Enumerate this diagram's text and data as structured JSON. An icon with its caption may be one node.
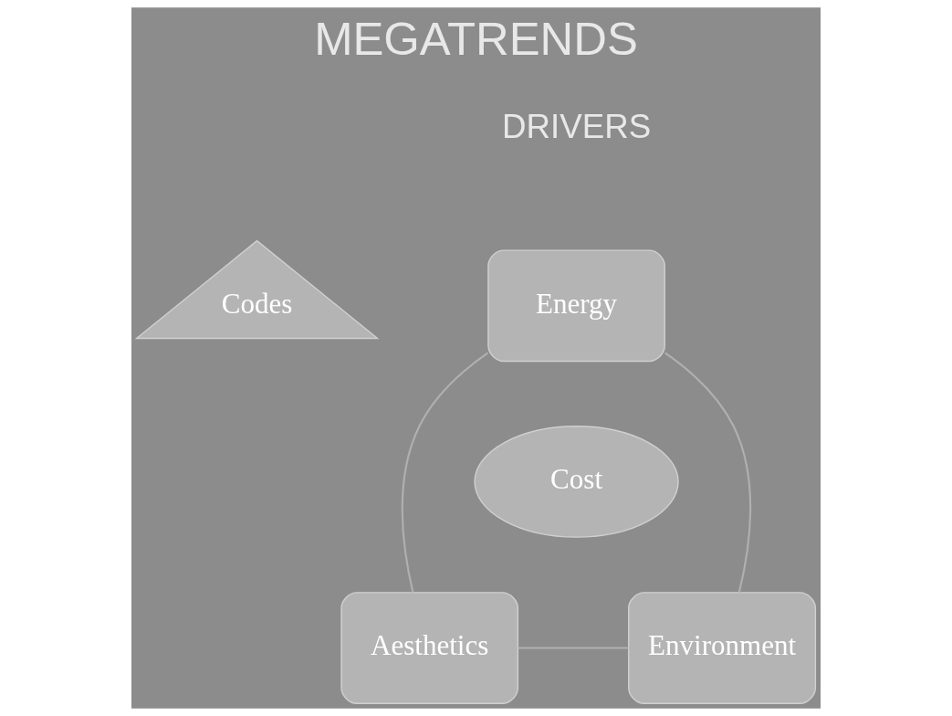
{
  "diagram": {
    "title": "MEGATRENDS",
    "nodes": [
      {
        "text": [
          "Codes"
        ]
      },
      {
        "text": [
          "Energy"
        ]
      },
      {
        "text": [
          "Cost"
        ]
      },
      {
        "text": [
          "Environment"
        ]
      },
      {
        "text": [
          "Aesthetics"
        ]
      }
    ],
    "edges": [
      {
        "from": 1,
        "to": 4,
        "arrow": "none"
      },
      {
        "from": 4,
        "to": 3,
        "arrow": "none"
      },
      {
        "from": 3,
        "to": 1,
        "arrow": "none"
      }
    ],
    "labels": [
      "DRIVERS"
    ]
  }
}
